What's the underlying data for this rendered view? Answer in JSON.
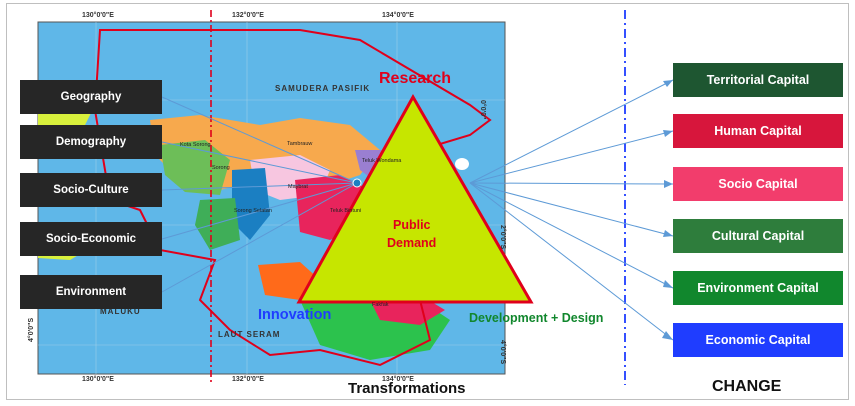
{
  "diagram": {
    "research": "Research",
    "public_demand_line1": "Public",
    "public_demand_line2": "Demand",
    "innovation": "Innovation",
    "development_design": "Development + Design",
    "transformations": "Transformations",
    "change": "CHANGE",
    "inputs": [
      "Geography",
      "Demography",
      "Socio-Culture",
      "Socio-Economic",
      "Environment"
    ],
    "outputs": [
      {
        "label": "Territorial Capital",
        "color": "#1e5631"
      },
      {
        "label": "Human Capital",
        "color": "#d7163c"
      },
      {
        "label": "Socio Capital",
        "color": "#f23d6c"
      },
      {
        "label": "Cultural Capital",
        "color": "#2e7d3c"
      },
      {
        "label": "Environment Capital",
        "color": "#11872d"
      },
      {
        "label": "Economic Capital",
        "color": "#1f3dff"
      }
    ]
  },
  "map": {
    "sea_label_top": "SAMUDERA PASIFIK",
    "sea_label_bottom": "LAUT SERAM",
    "maluku_label": "MALUKU",
    "coords_top": [
      "130°0'0\"E",
      "132°0'0\"E",
      "134°0'0\"E"
    ],
    "coords_bottom": [
      "130°0'0\"E",
      "132°0'0\"E",
      "134°0'0\"E"
    ],
    "coords_left": [
      "4°0'0\"S"
    ],
    "coords_right": [
      "0°0'0\"",
      "2°0'0\"S",
      "4°0'0\"S"
    ],
    "regions": [
      "Tambrauw",
      "Kota Sorong",
      "Sorong",
      "Maybrat",
      "Teluk Bintuni",
      "Sorong Selatan",
      "Teluk Wondama",
      "Fakfak"
    ]
  },
  "colors": {
    "sea": "#5fb7e8",
    "triangle_fill": "#c6e600",
    "triangle_stroke": "#e0001b",
    "research_text": "#e0001b",
    "innovation_text": "#1f3dff",
    "development_text": "#11872d",
    "box_dark": "#262626"
  }
}
